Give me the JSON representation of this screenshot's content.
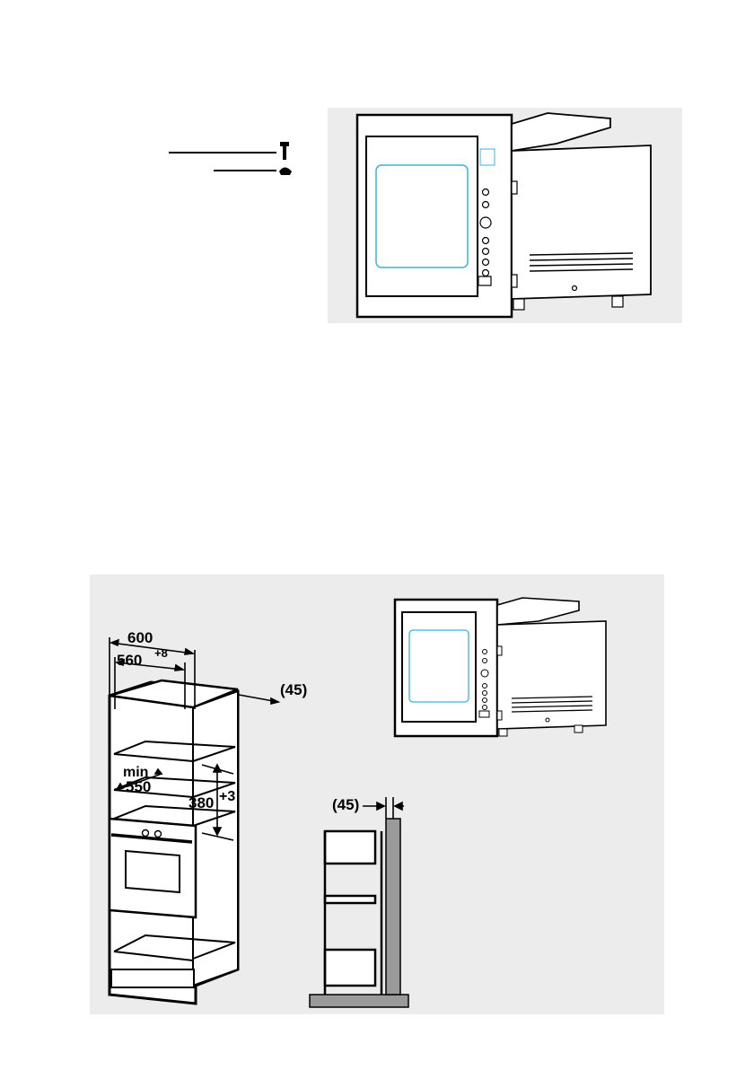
{
  "top_figure": {
    "parts": [
      {
        "icon": "screw-icon"
      },
      {
        "icon": "screw-cap-icon"
      }
    ]
  },
  "cabinet_figure": {
    "labels": {
      "width_outer": "600",
      "width_inner": "560",
      "width_inner_tol": "+8",
      "depth_min_word": "min",
      "depth_min_value": "550",
      "height_value": "380",
      "height_tol": "+3",
      "recess_cabinet": "(45)",
      "recess_side": "(45)"
    }
  },
  "colors": {
    "line": "#000000",
    "panel": "#ececec",
    "window": "#35b6d6"
  }
}
